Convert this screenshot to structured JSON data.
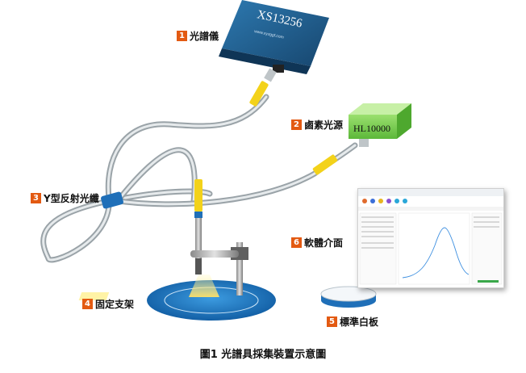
{
  "spectrometer": {
    "label": "XS13256",
    "url_text": "www.xyzggf.com"
  },
  "light_source": {
    "label": "HL10000"
  },
  "components": [
    {
      "num": "1",
      "label": "光譜儀"
    },
    {
      "num": "2",
      "label": "鹵素光源"
    },
    {
      "num": "3",
      "label": "Y型反射光纖"
    },
    {
      "num": "4",
      "label": "固定支架"
    },
    {
      "num": "5",
      "label": "標準白板"
    },
    {
      "num": "6",
      "label": "軟體介面"
    }
  ],
  "caption": "圖1 光譜具採集裝置示意圖",
  "colors": {
    "badge": "#e35a12",
    "spectrometer": "#1f5f8f",
    "light_source": "#6cc84a",
    "platform": "#1a78c2",
    "fiber_cap": "#f3d21a"
  }
}
